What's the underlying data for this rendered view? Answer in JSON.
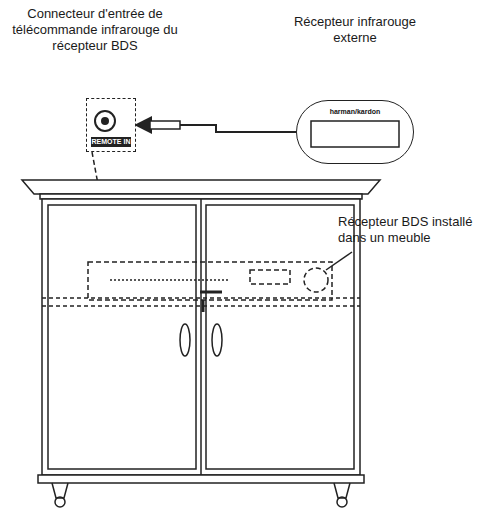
{
  "diagram": {
    "nodes": [
      {
        "text": [
          "REMOTE IN"
        ]
      },
      {
        "text": [
          "harman/kardon"
        ]
      }
    ],
    "edges": [
      {
        "from": 1,
        "to": 0,
        "arrow": "to"
      }
    ],
    "labels": [
      "Connecteur d'entrée de télécommande infrarouge du récepteur BDS",
      "Récepteur infrarouge externe",
      "Récepteur BDS installé dans un meuble"
    ]
  }
}
